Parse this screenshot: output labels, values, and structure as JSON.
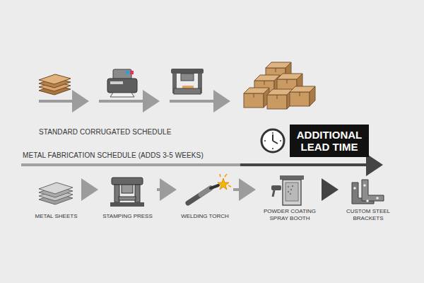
{
  "diagram": {
    "nodes": [
      {
        "text": [
          "ADDITIONAL LEAD TIME"
        ]
      },
      {
        "text": [
          "METAL SHEETS"
        ]
      },
      {
        "text": [
          "STAMPING PRESS"
        ]
      },
      {
        "text": [
          "WELDING TORCH"
        ]
      },
      {
        "text": [
          "POWDER COATING SPRAY BOOTH"
        ]
      },
      {
        "text": [
          "CUSTOM STEEL BRACKETS"
        ]
      }
    ],
    "edges": [
      {
        "from": 1,
        "to": 2,
        "arrow": "to"
      },
      {
        "from": 2,
        "to": 3,
        "arrow": "to"
      },
      {
        "from": 3,
        "to": 4,
        "arrow": "to"
      },
      {
        "from": 4,
        "to": 5,
        "arrow": "to"
      }
    ],
    "labels": [
      "STANDARD CORRUGATED SCHEDULE",
      "METAL FABRICATION SCHEDULE (ADDS 3-5 WEEKS)"
    ]
  }
}
